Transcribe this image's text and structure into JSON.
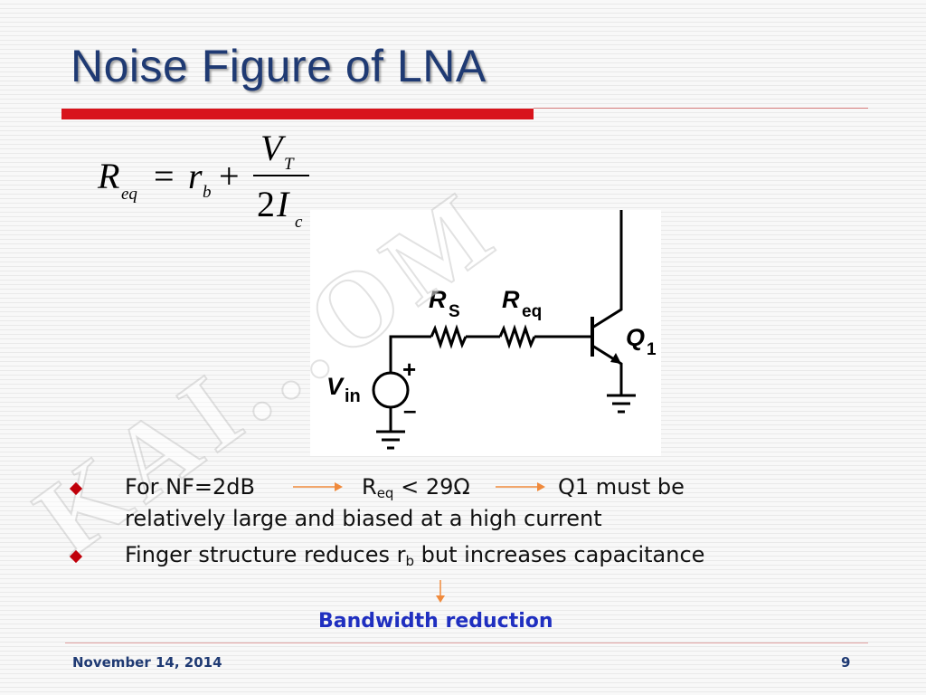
{
  "slide": {
    "title": "Noise Figure of LNA",
    "formula": {
      "lhs_var": "R",
      "lhs_sub": "eq",
      "eq": "=",
      "rb_var": "r",
      "rb_sub": "b",
      "plus": "+",
      "num_var": "V",
      "num_sub": "T",
      "den_coef": "2",
      "den_var": "I",
      "den_sub": "c"
    },
    "circuit": {
      "rs_label": "R",
      "rs_sub": "S",
      "req_label": "R",
      "req_sub": "eq",
      "q_label": "Q",
      "q_sub": "1",
      "vin_label": "V",
      "vin_sub": "in",
      "plus": "+",
      "minus": "–"
    },
    "watermark": "KAI...OM",
    "bullets": [
      {
        "p1": "For NF=2dB",
        "r": "R",
        "rsub": "eq",
        "p2": "< 29Ω",
        "p3": "Q1 must be",
        "line2": "relatively large and biased at a high current"
      },
      {
        "p1": "Finger structure reduces r",
        "sub": "b",
        "p2": " but increases capacitance"
      }
    ],
    "conclusion": "Bandwidth reduction",
    "footer": {
      "date": "November 14, 2014",
      "page": "9"
    },
    "colors": {
      "title": "#1f3a73",
      "accent_red": "#d8141c",
      "arrow": "#f08a3c",
      "conclusion": "#1f2fc0"
    }
  }
}
